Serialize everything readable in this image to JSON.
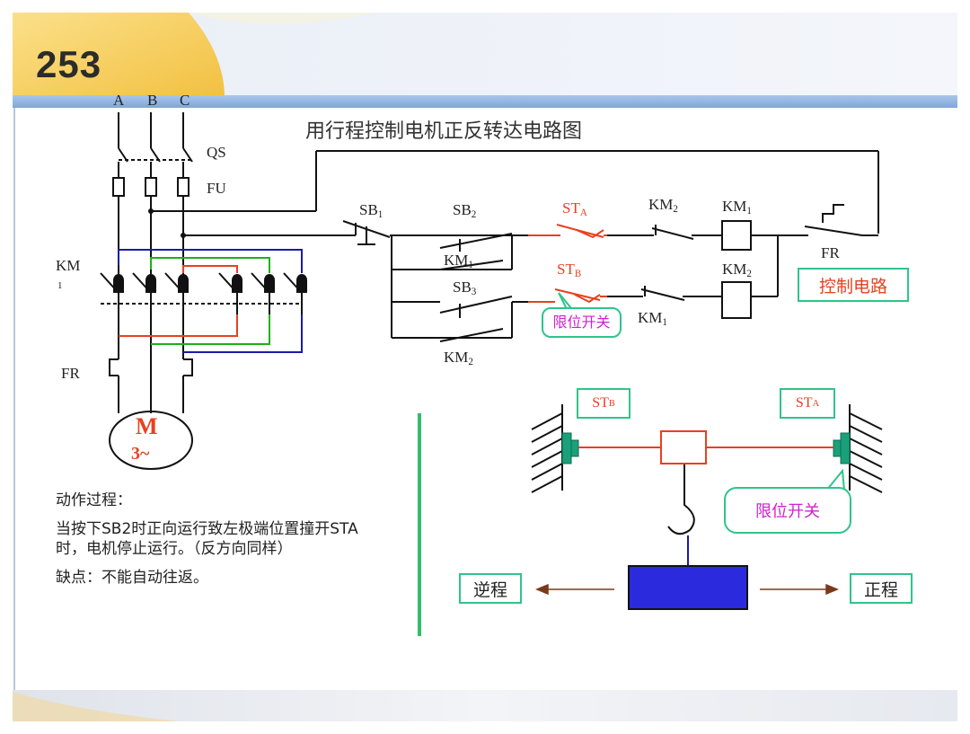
{
  "slide_number": "253",
  "title": "用行程控制电机正反转达电路图",
  "labels": {
    "phase_a": "A",
    "phase_b": "B",
    "phase_c": "C",
    "qs": "QS",
    "fu": "FU",
    "km1_main": "KM",
    "km1_main_sub": "1",
    "fr_main": "FR",
    "motor_m": "M",
    "motor_phase": "3~",
    "sb1": "SB",
    "sb1_sub": "1",
    "sb2": "SB",
    "sb2_sub": "2",
    "sb3": "SB",
    "sb3_sub": "3",
    "km1_aux": "KM",
    "km1_aux_sub": "1",
    "km2_aux": "KM",
    "km2_aux_sub": "2",
    "sta": "ST",
    "sta_sub": "A",
    "stb": "ST",
    "stb_sub": "B",
    "km2_contact": "KM",
    "km2_contact_sub": "2",
    "km1_contact": "KM",
    "km1_contact_sub": "1",
    "km1_coil": "KM",
    "km1_coil_sub": "1",
    "km2_coil": "KM",
    "km2_coil_sub": "2",
    "fr_ctrl": "FR",
    "control_circuit": "控制电路",
    "limit_switch_callout": "限位开关"
  },
  "mechanism": {
    "stb_box": "ST",
    "stb_box_sub": "B",
    "sta_box": "ST",
    "sta_box_sub": "A",
    "limit_switch": "限位开关",
    "reverse": "逆程",
    "forward": "正程"
  },
  "notes": {
    "heading": "动作过程：",
    "body": "当按下SB2时正向运行致左极端位置撞开STA时，电机停止运行。（反方向同样）",
    "drawback": "缺点：不能自动往返。"
  },
  "colors": {
    "wire": "#111111",
    "red_wire": "#e8401f",
    "green_wire": "#18b318",
    "blue_wire": "#1a1aa8",
    "accent_green": "#2fc48a",
    "block_blue": "#2b2bdd",
    "switch_teal": "#1aa07a",
    "divider": "#2fbf6a"
  }
}
